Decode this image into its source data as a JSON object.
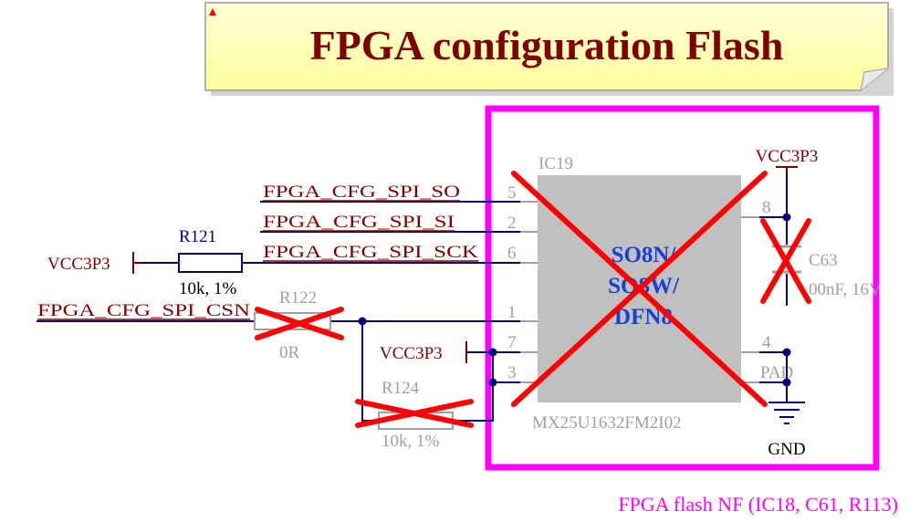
{
  "title": "FPGA configuration Flash",
  "ic": {
    "ref": "IC19",
    "package_lines": [
      "SO8N/",
      "SO8W/",
      "DFN8"
    ],
    "part": "MX25U1632FM2I02",
    "pins": {
      "p5": "5",
      "p2": "2",
      "p6": "6",
      "p1": "1",
      "p7": "7",
      "p3": "3",
      "p8": "8",
      "p4": "4",
      "pad": "PAD"
    }
  },
  "nets": {
    "so": "FPGA_CFG_SPI_SO",
    "si": "FPGA_CFG_SPI_SI",
    "sck": "FPGA_CFG_SPI_SCK",
    "csn": "FPGA_CFG_SPI_CSN",
    "vcc_left": "VCC3P3",
    "vcc_mid": "VCC3P3",
    "vcc_right": "VCC3P3",
    "gnd": "GND"
  },
  "r121": {
    "ref": "R121",
    "value": "10k, 1%"
  },
  "r122": {
    "ref": "R122",
    "value": "0R"
  },
  "r124": {
    "ref": "R124",
    "value": "10k, 1%"
  },
  "c63": {
    "ref": "C63",
    "value": "00nF, 16V"
  },
  "note": "FPGA flash NF (IC18, C61, R113)",
  "colors": {
    "net_label": "#800000",
    "wire": "#000080",
    "dnp": "#a0a0a0",
    "chip_body": "#c0c0c0",
    "chip_text": "#1a3fd4",
    "cross": "#ff0000",
    "highlight_box": "#ff00ff",
    "title_bg": "#ffffc0"
  }
}
